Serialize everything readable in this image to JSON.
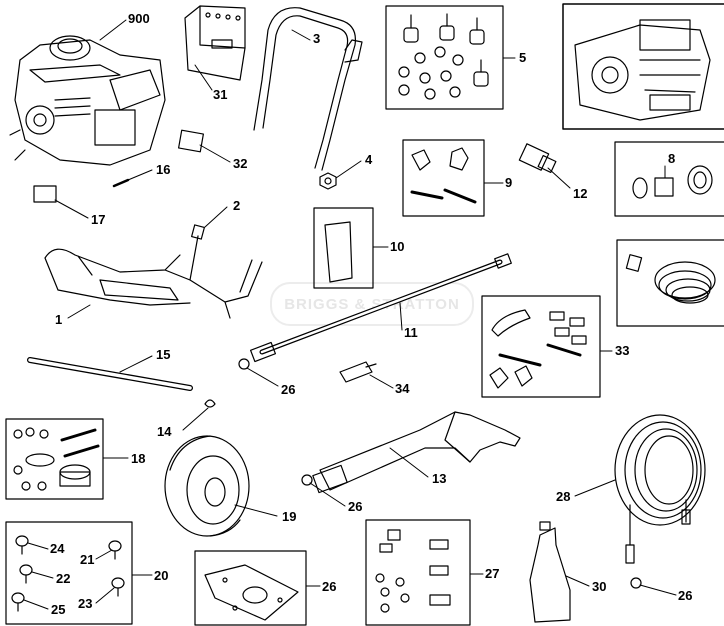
{
  "watermark": "BRIGGS & STRATTON",
  "parts": [
    {
      "id": "p900",
      "label": "900"
    },
    {
      "id": "p31",
      "label": "31"
    },
    {
      "id": "p3",
      "label": "3"
    },
    {
      "id": "p5",
      "label": "5"
    },
    {
      "id": "p32",
      "label": "32"
    },
    {
      "id": "p16",
      "label": "16"
    },
    {
      "id": "p17",
      "label": "17"
    },
    {
      "id": "p4",
      "label": "4"
    },
    {
      "id": "p9",
      "label": "9"
    },
    {
      "id": "p12",
      "label": "12"
    },
    {
      "id": "p8",
      "label": "8"
    },
    {
      "id": "p2",
      "label": "2"
    },
    {
      "id": "p10",
      "label": "10"
    },
    {
      "id": "p1",
      "label": "1"
    },
    {
      "id": "p11",
      "label": "11"
    },
    {
      "id": "p33",
      "label": "33"
    },
    {
      "id": "p15",
      "label": "15"
    },
    {
      "id": "p26a",
      "label": "26"
    },
    {
      "id": "p34",
      "label": "34"
    },
    {
      "id": "p14",
      "label": "14"
    },
    {
      "id": "p18",
      "label": "18"
    },
    {
      "id": "p13",
      "label": "13"
    },
    {
      "id": "p19",
      "label": "19"
    },
    {
      "id": "p26b",
      "label": "26"
    },
    {
      "id": "p28",
      "label": "28"
    },
    {
      "id": "p24",
      "label": "24"
    },
    {
      "id": "p21",
      "label": "21"
    },
    {
      "id": "p22",
      "label": "22"
    },
    {
      "id": "p20",
      "label": "20"
    },
    {
      "id": "p25",
      "label": "25"
    },
    {
      "id": "p23",
      "label": "23"
    },
    {
      "id": "p26c",
      "label": "26"
    },
    {
      "id": "p27",
      "label": "27"
    },
    {
      "id": "p30",
      "label": "30"
    },
    {
      "id": "p26d",
      "label": "26"
    }
  ]
}
